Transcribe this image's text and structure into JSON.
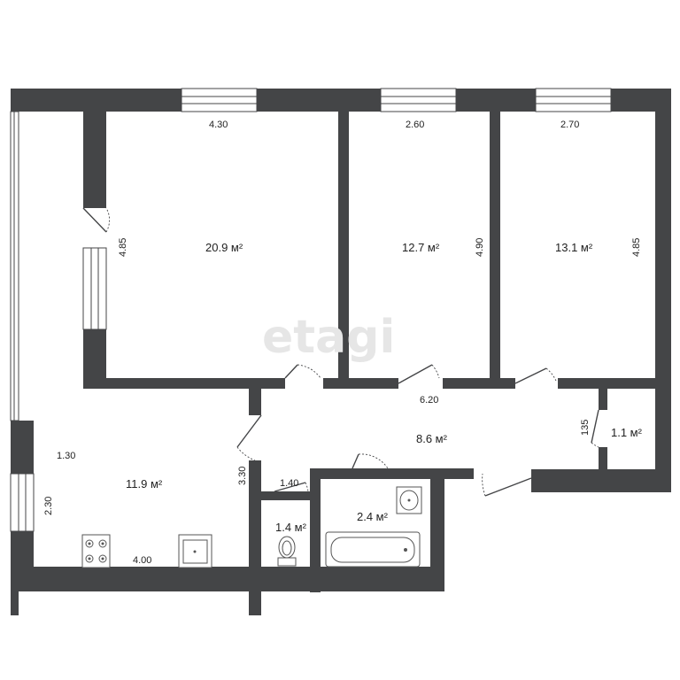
{
  "watermark": "etagi",
  "colors": {
    "wall": "#444547",
    "floor": "#ffffff",
    "text": "#222222"
  },
  "rooms": [
    {
      "id": "room-large",
      "area": "20.9 м²"
    },
    {
      "id": "room-middle",
      "area": "12.7 м²"
    },
    {
      "id": "room-right",
      "area": "13.1 м²"
    },
    {
      "id": "kitchen",
      "area": "11.9 м²"
    },
    {
      "id": "hallway",
      "area": "8.6 м²"
    },
    {
      "id": "closet",
      "area": "1.1 м²"
    },
    {
      "id": "toilet",
      "area": "1.4 м²"
    },
    {
      "id": "bathroom",
      "area": "2.4 м²"
    }
  ],
  "dimensions": [
    "4.30",
    "2.60",
    "2.70",
    "4.85",
    "4.90",
    "4.85",
    "6.20",
    "135",
    "1.30",
    "2.30",
    "3.30",
    "1.40",
    "4.00"
  ],
  "icons": [
    "window",
    "door",
    "stove-icon",
    "sink-icon",
    "toilet-icon",
    "bathtub-icon",
    "washbasin-icon"
  ]
}
